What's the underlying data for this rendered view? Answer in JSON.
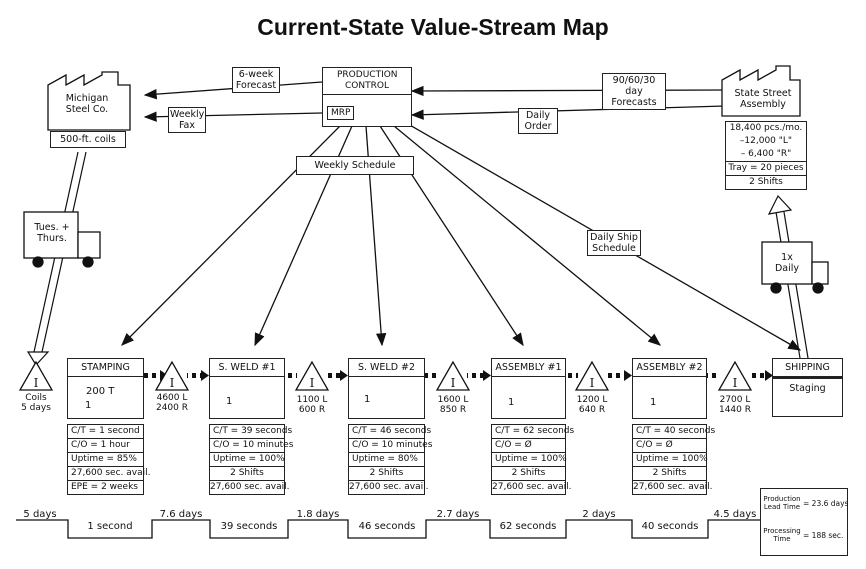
{
  "title": "Current-State Value-Stream Map",
  "production_control": {
    "label": "PRODUCTION CONTROL",
    "mrp": "MRP"
  },
  "supplier": {
    "name": "Michigan Steel Co.",
    "material": "500-ft. coils"
  },
  "customer": {
    "name": "State Street Assembly",
    "data": [
      "18,400 pcs./mo.",
      "–12,000 \"L\"",
      "– 6,400 \"R\"",
      "Tray = 20 pieces",
      "2 Shifts"
    ]
  },
  "info_flows": {
    "forecast_supplier": "6-week Forecast",
    "weekly_fax": "Weekly Fax",
    "forecast_customer": "90/60/30 day Forecasts",
    "daily_order": "Daily Order",
    "weekly_schedule": "Weekly Schedule",
    "daily_ship_schedule": "Daily Ship Schedule"
  },
  "trucks": {
    "inbound": "Tues. + Thurs.",
    "outbound": "1x Daily"
  },
  "inventory": [
    {
      "line1": "Coils",
      "line2": "5 days"
    },
    {
      "line1": "4600 L",
      "line2": "2400 R"
    },
    {
      "line1": "1100 L",
      "line2": "600 R"
    },
    {
      "line1": "1600 L",
      "line2": "850 R"
    },
    {
      "line1": "1200 L",
      "line2": "640 R"
    },
    {
      "line1": "2700 L",
      "line2": "1440 R"
    }
  ],
  "processes": [
    {
      "name": "STAMPING",
      "value": "200 T",
      "operators": "1",
      "data": [
        "C/T = 1 second",
        "C/O = 1 hour",
        "Uptime = 85%",
        "27,600 sec. avail.",
        "EPE = 2 weeks"
      ]
    },
    {
      "name": "S. WELD #1",
      "value": "",
      "operators": "1",
      "data": [
        "C/T = 39 seconds",
        "C/O = 10 minutes",
        "Uptime = 100%",
        "2 Shifts",
        "27,600 sec. avail."
      ]
    },
    {
      "name": "S. WELD #2",
      "value": "",
      "operators": "1",
      "data": [
        "C/T = 46 seconds",
        "C/O = 10 minutes",
        "Uptime = 80%",
        "2 Shifts",
        "27,600 sec. avail."
      ]
    },
    {
      "name": "ASSEMBLY #1",
      "value": "",
      "operators": "1",
      "data": [
        "C/T = 62 seconds",
        "C/O = Ø",
        "Uptime = 100%",
        "2 Shifts",
        "27,600 sec. avail."
      ]
    },
    {
      "name": "ASSEMBLY #2",
      "value": "",
      "operators": "1",
      "data": [
        "C/T = 40 seconds",
        "C/O = Ø",
        "Uptime = 100%",
        "2 Shifts",
        "27,600 sec. avail."
      ]
    }
  ],
  "shipping": {
    "name": "SHIPPING",
    "sub": "Staging"
  },
  "timeline": {
    "days": [
      "5 days",
      "7.6 days",
      "1.8 days",
      "2.7 days",
      "2 days",
      "4.5 days"
    ],
    "seconds": [
      "1 second",
      "39 seconds",
      "46 seconds",
      "62 seconds",
      "40 seconds"
    ]
  },
  "summary": {
    "lead_label": "Production Lead Time",
    "lead_value": "= 23.6 days",
    "proc_label": "Processing Time",
    "proc_value": "= 188 sec."
  }
}
